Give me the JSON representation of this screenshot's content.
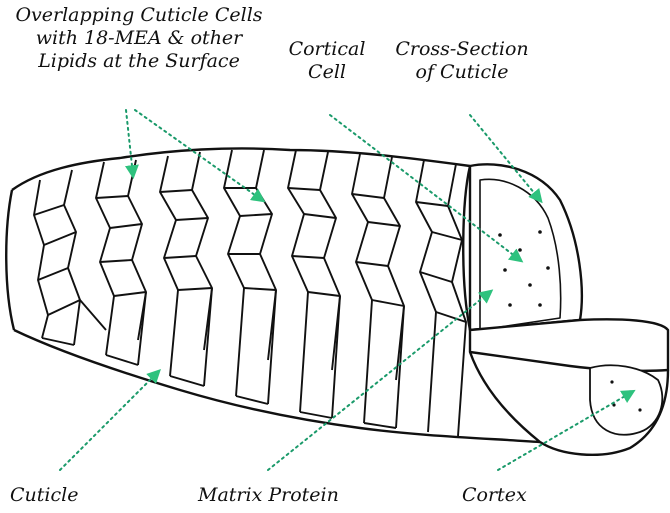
{
  "labels": {
    "top_left": {
      "line1": "Overlapping Cuticle Cells",
      "line2": "with 18-MEA & other",
      "line3": "Lipids at the Surface"
    },
    "cortical_cell": {
      "line1": "Cortical",
      "line2": "Cell"
    },
    "cross_section": {
      "line1": "Cross-Section",
      "line2": "of Cuticle"
    },
    "cuticle": "Cuticle",
    "matrix_protein": "Matrix Protein",
    "cortex": "Cortex"
  },
  "colors": {
    "ink": "#111111",
    "leader": "#1a9a6a",
    "arrow": "#2ec27e",
    "background": "#ffffff"
  }
}
